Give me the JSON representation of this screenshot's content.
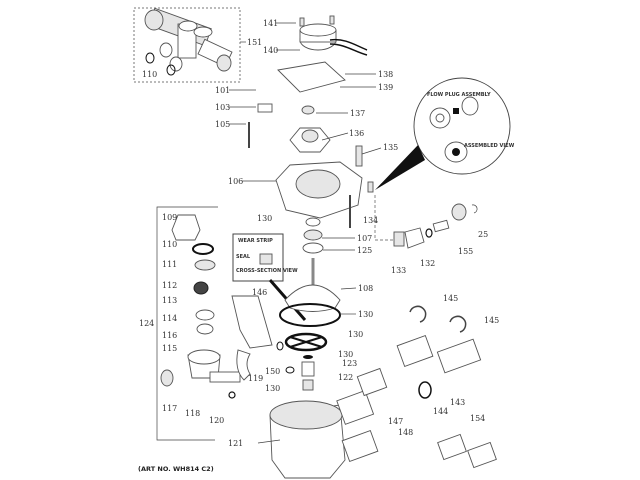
{
  "diagram": {
    "art_number": "(ART NO. WH814 C2)",
    "callouts": {
      "flow_plug_assembly": "FLOW PLUG ASSEMBLY",
      "assembled_view": "ASSEMBLED VIEW",
      "wear_strip": "WEAR STRIP",
      "seal": "SEAL",
      "cross_section_view": "CROSS-SECTION VIEW"
    },
    "labels": {
      "p141": "141",
      "p140": "140",
      "p138": "138",
      "p139": "139",
      "p151": "151",
      "p110a": "110",
      "p101": "101",
      "p103": "103",
      "p105": "105",
      "p137": "137",
      "p136": "136",
      "p135": "135",
      "p106": "106",
      "p134": "134",
      "p130a": "130",
      "p107": "107",
      "p125": "125",
      "p109": "109",
      "p110b": "110",
      "p111": "111",
      "p112": "112",
      "p113": "113",
      "p114": "114",
      "p116": "116",
      "p115": "115",
      "p124": "124",
      "p117": "117",
      "p118": "118",
      "p120": "120",
      "p121": "121",
      "p119": "119",
      "p146": "146",
      "p150": "150",
      "p130b": "130",
      "p108": "108",
      "p130c": "130",
      "p130d": "130",
      "p130e": "130",
      "p123": "123",
      "p122": "122",
      "p145a": "145",
      "p145b": "145",
      "p143": "143",
      "p144": "144",
      "p147": "147",
      "p148": "148",
      "p154": "154",
      "p133": "133",
      "p132": "132",
      "p155": "155",
      "p25": "25"
    }
  }
}
